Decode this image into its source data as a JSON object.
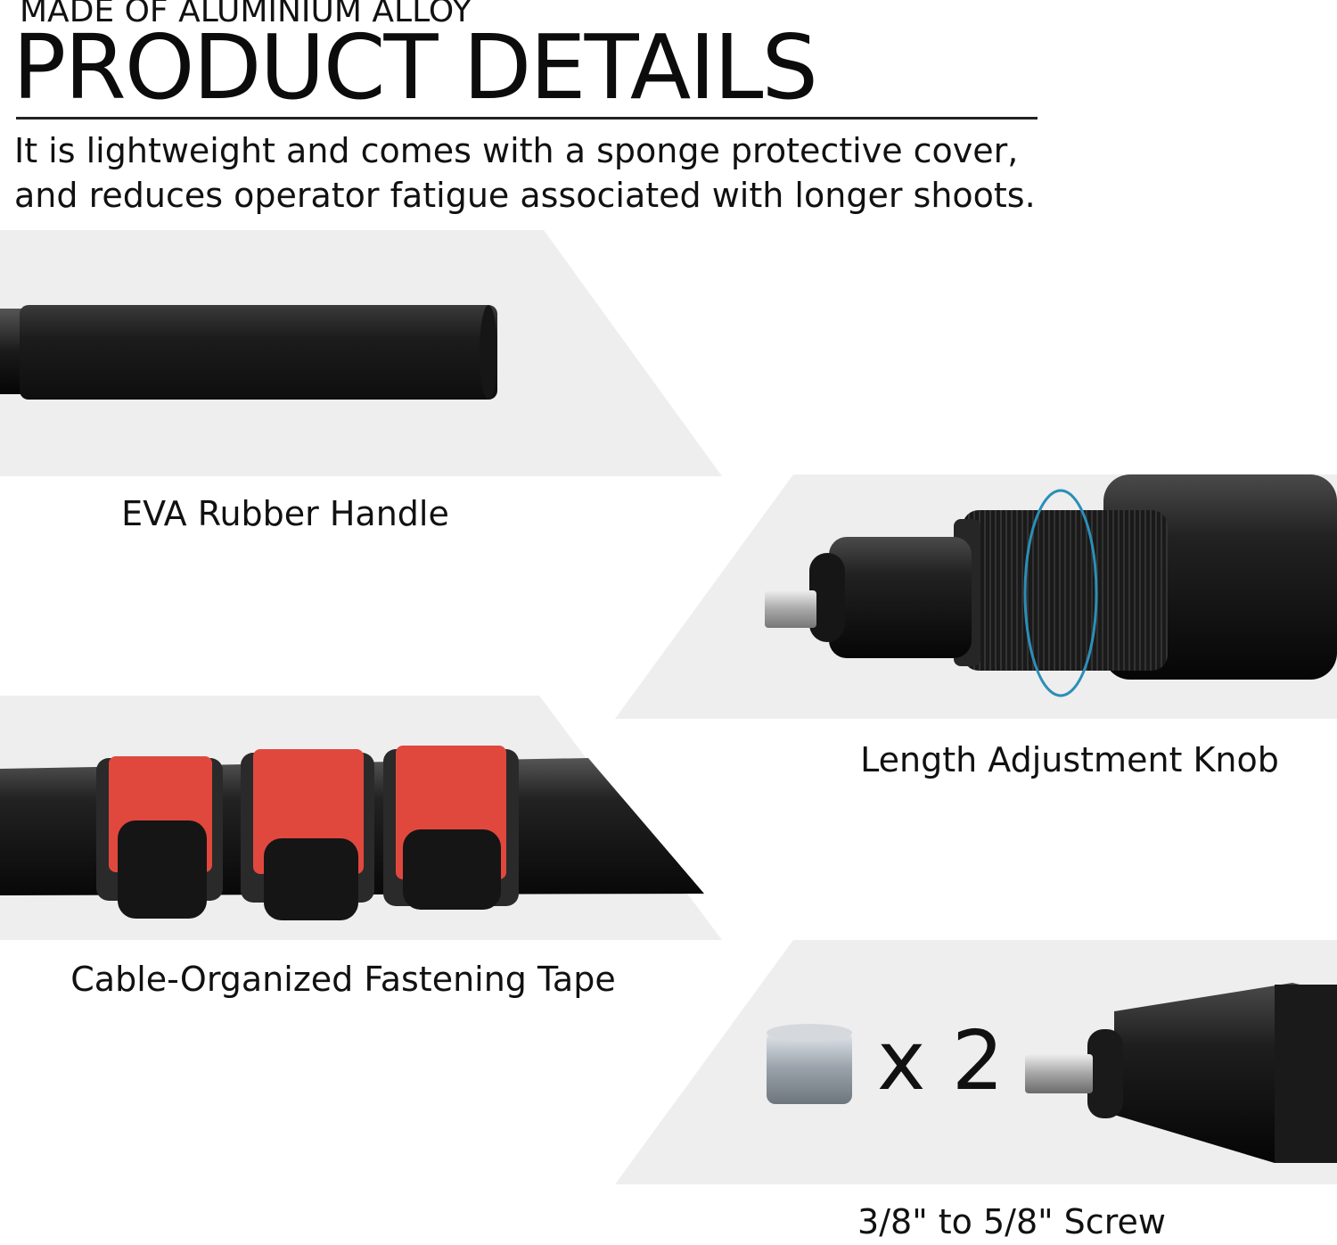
{
  "header": {
    "subtitle": "MADE OF ALUMINIUM ALLOY",
    "title": "PRODUCT DETAILS",
    "description_line1": "It is lightweight and comes with a sponge protective cover,",
    "description_line2": "and reduces operator fatigue associated with longer shoots."
  },
  "features": {
    "handle": {
      "caption": "EVA Rubber Handle"
    },
    "knob": {
      "caption": "Length Adjustment Knob"
    },
    "tape": {
      "caption": "Cable-Organized Fastening Tape"
    },
    "screw": {
      "caption": "3/8\" to 5/8\" Screw",
      "multiplier": "x 2"
    }
  },
  "colors": {
    "panel_bg": "#eeeeee",
    "tape_red": "#e0483e",
    "arrow_blue": "#2b8fb8"
  }
}
